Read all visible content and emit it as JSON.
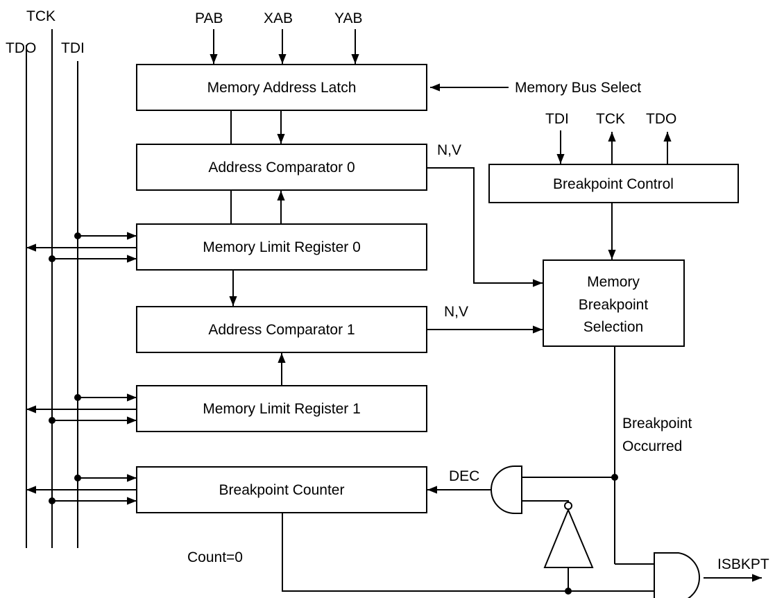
{
  "signals": {
    "tck": "TCK",
    "tdo": "TDO",
    "tdi": "TDI",
    "pab": "PAB",
    "xab": "XAB",
    "yab": "YAB",
    "memory_bus_select": "Memory Bus Select",
    "ctrl_tdi": "TDI",
    "ctrl_tck": "TCK",
    "ctrl_tdo": "TDO",
    "nv0": "N,V",
    "nv1": "N,V",
    "breakpoint_occurred_1": "Breakpoint",
    "breakpoint_occurred_2": "Occurred",
    "dec": "DEC",
    "count_zero": "Count=0",
    "isbkpt": "ISBKPT"
  },
  "blocks": {
    "memory_address_latch": "Memory Address Latch",
    "address_comparator_0": "Address Comparator 0",
    "memory_limit_register_0": "Memory Limit Register 0",
    "address_comparator_1": "Address Comparator 1",
    "memory_limit_register_1": "Memory Limit Register 1",
    "breakpoint_counter": "Breakpoint Counter",
    "breakpoint_control": "Breakpoint Control",
    "selection_line1": "Memory",
    "selection_line2": "Breakpoint",
    "selection_line3": "Selection"
  }
}
